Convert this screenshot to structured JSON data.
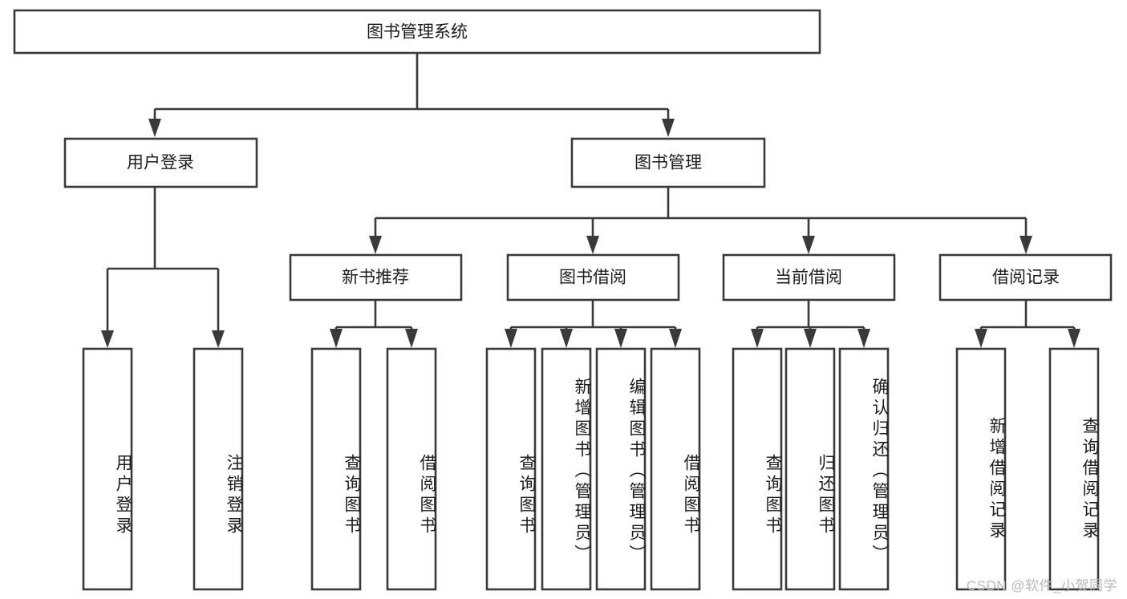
{
  "diagram": {
    "type": "tree",
    "title": "图书管理系统",
    "watermark": "CSDN @软件_小贺同学",
    "colors": {
      "box_stroke": "#3a3a3a",
      "box_fill": "#ffffff",
      "text": "#1c1c1c",
      "background": "#ffffff",
      "watermark": "#b9b9b9"
    },
    "root": {
      "label": "图书管理系统"
    },
    "level2": [
      {
        "label": "用户登录"
      },
      {
        "label": "图书管理"
      }
    ],
    "level3": [
      {
        "label": "新书推荐"
      },
      {
        "label": "图书借阅"
      },
      {
        "label": "当前借阅"
      },
      {
        "label": "借阅记录"
      }
    ],
    "leaves": {
      "user_login": [
        {
          "label": "用户登录"
        },
        {
          "label": "注销登录"
        }
      ],
      "new_book_recommend": [
        {
          "label": "查询图书"
        },
        {
          "label": "借阅图书"
        }
      ],
      "book_borrow": [
        {
          "label": "查询图书"
        },
        {
          "label": "新增图书（管理员）"
        },
        {
          "label": "编辑图书（管理员）"
        },
        {
          "label": "借阅图书"
        }
      ],
      "current_borrow": [
        {
          "label": "查询图书"
        },
        {
          "label": "归还图书"
        },
        {
          "label": "确认归还（管理员）"
        }
      ],
      "borrow_record": [
        {
          "label": "新增借阅记录"
        },
        {
          "label": "查询借阅记录"
        }
      ]
    }
  }
}
